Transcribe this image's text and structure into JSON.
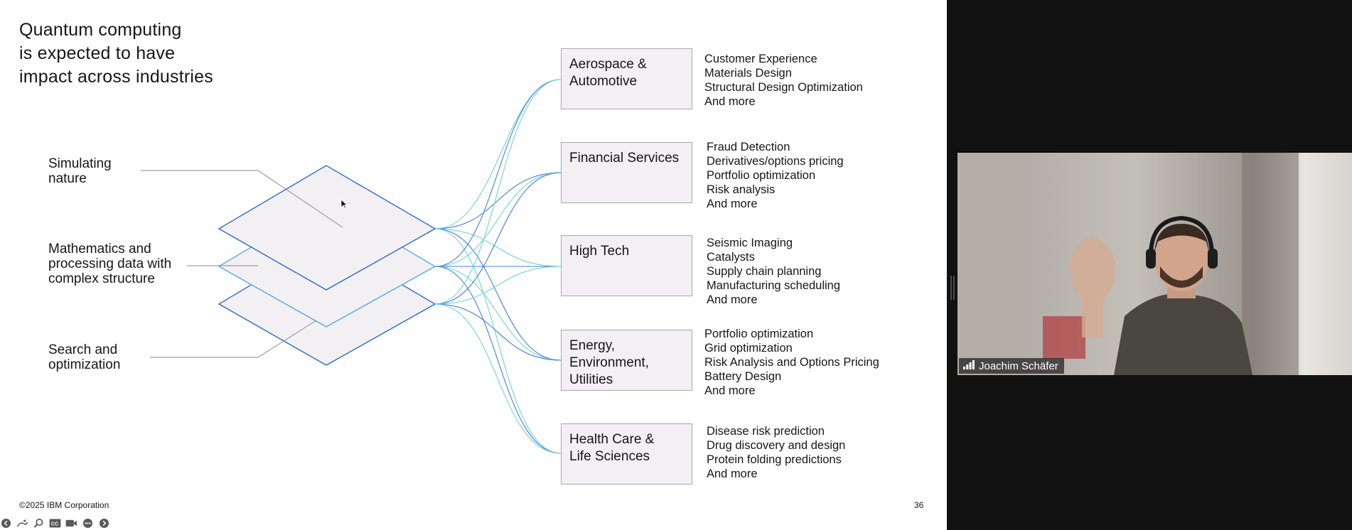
{
  "slide": {
    "title": [
      "Quantum computing",
      "is expected to have",
      "impact across industries"
    ],
    "categories": [
      {
        "lines": [
          "Simulating",
          "nature"
        ]
      },
      {
        "lines": [
          "Mathematics and",
          "processing data with",
          "complex structure"
        ]
      },
      {
        "lines": [
          "Search and",
          "optimization"
        ]
      }
    ],
    "industries": [
      {
        "name_lines": [
          "Aerospace &",
          "Automotive"
        ],
        "items": [
          "Customer Experience",
          "Materials Design",
          "Structural Design Optimization",
          "And more"
        ]
      },
      {
        "name_lines": [
          "Financial Services"
        ],
        "items": [
          "Fraud Detection",
          "Derivatives/options pricing",
          "Portfolio optimization",
          "Risk analysis",
          "And more"
        ]
      },
      {
        "name_lines": [
          "High Tech"
        ],
        "items": [
          "Seismic Imaging",
          "Catalysts",
          "Supply chain planning",
          "Manufacturing scheduling",
          "And more"
        ]
      },
      {
        "name_lines": [
          "Energy,",
          "Environment,",
          "Utilities"
        ],
        "items": [
          "Portfolio optimization",
          "Grid optimization",
          "Risk Analysis and Options Pricing",
          "Battery Design",
          "And more"
        ]
      },
      {
        "name_lines": [
          "Health Care &",
          "Life Sciences"
        ],
        "items": [
          "Disease risk prediction",
          "Drug discovery and design",
          "Protein folding predictions",
          "And more"
        ]
      }
    ],
    "footer": {
      "copyright": "©2025 IBM Corporation",
      "page_number": "36"
    },
    "colors": {
      "plane_stroke": "#1f5fd6",
      "plane_stroke_light": "#4aa3e8",
      "plane_fill": "#f2f0f2",
      "link_teal": "#5fd0c8",
      "link_blue": "#2f6fe0"
    }
  },
  "presenter_controls": [
    "prev-icon",
    "pen-icon",
    "zoom-icon",
    "captions-icon",
    "video-icon",
    "more-icon",
    "next-icon"
  ],
  "video": {
    "participant_name": "Joachim Schäfer",
    "signal_icon": "signal-bars-icon"
  }
}
